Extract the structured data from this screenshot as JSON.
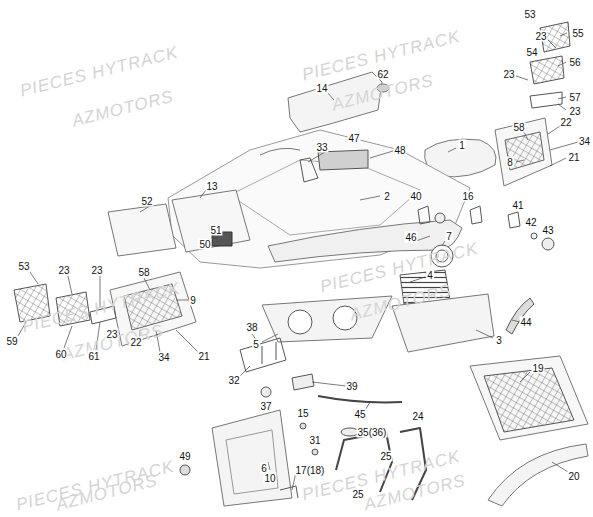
{
  "diagram": {
    "labels": [
      "PIECES HYTRACK",
      "AZMOTORS",
      "PIECES HYTRACK",
      "AZMOTORS",
      "PIECES HYTRACK",
      "AZMOTORS",
      "PIECES HYTRACK",
      "AZMOTORS",
      "PIECES HYTRACK",
      "AZMOTORS",
      "PIECES HYTRACK",
      "AZMOTORS",
      "53",
      "55",
      "23",
      "54",
      "56",
      "23",
      "57",
      "23",
      "58",
      "22",
      "34",
      "8",
      "21",
      "62",
      "14",
      "33",
      "47",
      "48",
      "1",
      "2",
      "52",
      "13",
      "51",
      "50",
      "40",
      "16",
      "41",
      "42",
      "43",
      "7",
      "46",
      "4",
      "44",
      "3",
      "53",
      "23",
      "23",
      "58",
      "9",
      "59",
      "60",
      "61",
      "23",
      "22",
      "34",
      "21",
      "38",
      "5",
      "32",
      "37",
      "39",
      "35(36)",
      "45",
      "15",
      "31",
      "25",
      "24",
      "25",
      "10",
      "17(18)",
      "49",
      "6",
      "19",
      "20"
    ]
  }
}
